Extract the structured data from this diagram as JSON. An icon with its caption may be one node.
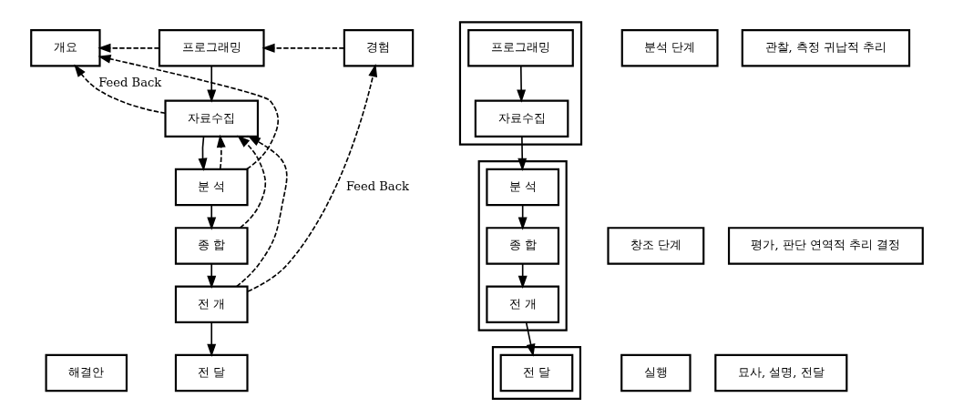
{
  "diagram": {
    "nodes": [
      {
        "text": [
          "개요"
        ]
      },
      {
        "text": [
          "프로그래밍"
        ]
      },
      {
        "text": [
          "경험"
        ]
      },
      {
        "text": [
          "자료수집"
        ]
      },
      {
        "text": [
          "분 석"
        ]
      },
      {
        "text": [
          "종 합"
        ]
      },
      {
        "text": [
          "전 개"
        ]
      },
      {
        "text": [
          "해결안"
        ]
      },
      {
        "text": [
          "전 달"
        ]
      },
      {
        "text": [],
        "shape": "box"
      },
      {
        "text": [
          "분석 단계"
        ]
      },
      {
        "text": [
          "프로그래밍"
        ],
        "in": 9
      },
      {
        "text": [
          "자료수집"
        ],
        "in": 9
      },
      {
        "text": [
          "관찰, 측정 귀납적 추리"
        ]
      },
      {
        "text": [],
        "shape": "box"
      },
      {
        "text": [
          "창조 단계"
        ]
      },
      {
        "text": [
          "분 석"
        ],
        "in": 14
      },
      {
        "text": [
          "종 합"
        ],
        "in": 14
      },
      {
        "text": [
          "전 개"
        ],
        "in": 14
      },
      {
        "text": [
          "평가, 판단 연역적 추리 결정"
        ]
      },
      {
        "text": [],
        "shape": "box"
      },
      {
        "text": [
          "실행"
        ]
      },
      {
        "text": [
          "전 달"
        ],
        "in": 20
      },
      {
        "text": [
          "묘사, 설명, 전달"
        ]
      }
    ],
    "edges": [
      {
        "from": 1,
        "to": 0,
        "arrow": "to",
        "style": "dashed"
      },
      {
        "from": 2,
        "to": 1,
        "arrow": "to",
        "style": "dashed"
      },
      {
        "from": 1,
        "to": 3,
        "arrow": "to"
      },
      {
        "from": 3,
        "to": 4,
        "arrow": "to"
      },
      {
        "from": 4,
        "to": 5,
        "arrow": "to"
      },
      {
        "from": 5,
        "to": 6,
        "arrow": "to"
      },
      {
        "from": 6,
        "to": 8,
        "arrow": "to"
      },
      {
        "from": 3,
        "to": 0,
        "arrow": "to",
        "style": "dashed",
        "label": "Feed Back"
      },
      {
        "from": 4,
        "to": 0,
        "arrow": "to",
        "style": "dashed"
      },
      {
        "from": 4,
        "to": 3,
        "arrow": "to",
        "style": "dashed"
      },
      {
        "from": 5,
        "to": 3,
        "arrow": "to",
        "style": "dashed"
      },
      {
        "from": 6,
        "to": 3,
        "arrow": "to",
        "style": "dashed"
      },
      {
        "from": 6,
        "to": 2,
        "arrow": "to",
        "style": "dashed",
        "label": "Feed Back"
      },
      {
        "from": 11,
        "to": 12,
        "arrow": "to"
      },
      {
        "from": 12,
        "to": 16,
        "arrow": "to"
      },
      {
        "from": 16,
        "to": 17,
        "arrow": "to"
      },
      {
        "from": 17,
        "to": 18,
        "arrow": "to"
      },
      {
        "from": 18,
        "to": 22,
        "arrow": "to"
      }
    ]
  }
}
